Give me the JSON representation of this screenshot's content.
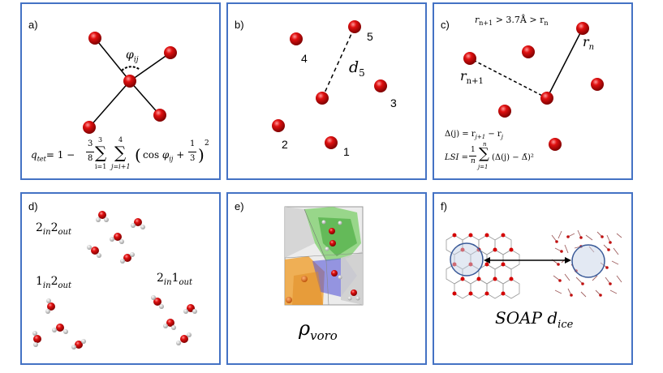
{
  "panels": {
    "a": {
      "label": "a)",
      "angle": "φ",
      "angle_sub": "ij",
      "formula_lhs": "q",
      "formula_lhs_sub": "tet",
      "formula_rhs": "= 1 − ",
      "frac_num": "3",
      "frac_den": "8",
      "sum1_top": "3",
      "sum1_bot": "i=1",
      "sum2_top": "4",
      "sum2_bot": "j=i+1",
      "paren_body": "cos φ",
      "paren_sub": "ij",
      "paren_plus": " + ",
      "frac2_num": "1",
      "frac2_den": "3",
      "power": "2"
    },
    "b": {
      "label": "b)",
      "d": "d",
      "d_sub": "5",
      "n1": "1",
      "n2": "2",
      "n3": "3",
      "n4": "4",
      "n5": "5"
    },
    "c": {
      "label": "c)",
      "cond": "r",
      "cond_sub": "n+1",
      "cond_mid": " > 3.7Å > r",
      "cond_sub2": "n",
      "rn": "r",
      "rn_sub": "n",
      "rn1": "r",
      "rn1_sub": "n+1",
      "delta_def": "Δ(j) = r",
      "delta_sub1": "j+1",
      "delta_mid": " − r",
      "delta_sub2": "j",
      "lsi": "LSI = ",
      "lsi_num": "1",
      "lsi_den": "n",
      "lsi_sum_top": "n",
      "lsi_sum_bot": "j=1",
      "lsi_body": "(Δ(j) − Δ̄)²"
    },
    "d": {
      "label": "d)",
      "l1": "2",
      "l1_in": "in",
      "l1_mid": "2",
      "l1_out": "out",
      "l2": "1",
      "l2_in": "in",
      "l2_mid": "2",
      "l2_out": "out",
      "l3": "2",
      "l3_in": "in",
      "l3_mid": "1",
      "l3_out": "out"
    },
    "e": {
      "label": "e)",
      "rho": "ρ",
      "rho_sub": "voro"
    },
    "f": {
      "label": "f)",
      "soap": "SOAP d",
      "soap_sub": "ice"
    }
  },
  "colors": {
    "border": "#4472c4",
    "atom": "#d40000",
    "atom_highlight": "#ff8080",
    "hydrogen": "#f2f2f2"
  }
}
